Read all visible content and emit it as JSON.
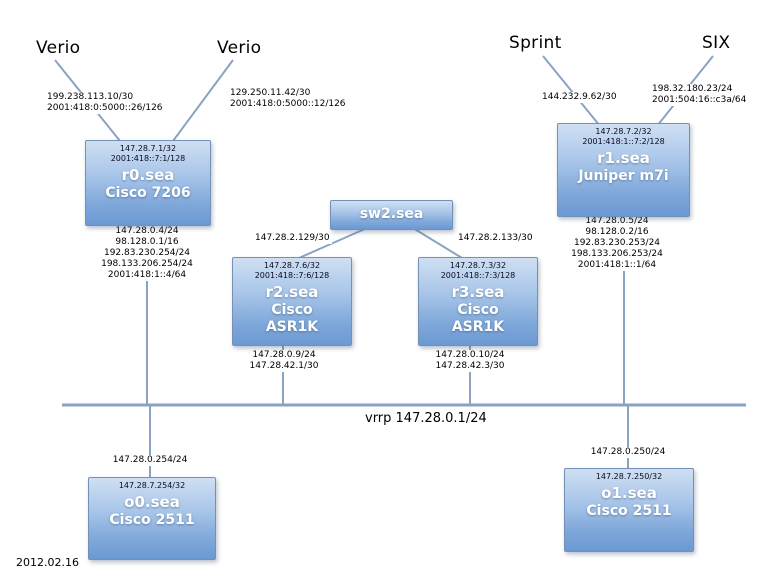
{
  "date": "2012.02.16",
  "bus": {
    "label": "vrrp 147.28.0.1/24"
  },
  "providers": {
    "verio1": {
      "label": "Verio",
      "addresses": [
        "199.238.113.10/30",
        "2001:418:0:5000::26/126"
      ]
    },
    "verio2": {
      "label": "Verio",
      "addresses": [
        "129.250.11.42/30",
        "2001:418:0:5000::12/126"
      ]
    },
    "sprint": {
      "label": "Sprint",
      "addresses": [
        "144.232.9.62/30"
      ]
    },
    "six": {
      "label": "SIX",
      "addresses": [
        "198.32.180.23/24",
        "2001:504:16::c3a/64"
      ]
    }
  },
  "nodes": {
    "r0": {
      "name": "r0.sea",
      "model_lines": [
        "Cisco 7206"
      ],
      "loopbacks": [
        "147.28.7.1/32",
        "2001:418::7:1/128"
      ]
    },
    "r1": {
      "name": "r1.sea",
      "model_lines": [
        "Juniper m7i"
      ],
      "loopbacks": [
        "147.28.7.2/32",
        "2001:418:1::7:2/128"
      ]
    },
    "sw2": {
      "name": "sw2.sea"
    },
    "r2": {
      "name": "r2.sea",
      "model_lines": [
        "Cisco",
        "ASR1K"
      ],
      "loopbacks": [
        "147.28.7.6/32",
        "2001:418::7:6/128"
      ]
    },
    "r3": {
      "name": "r3.sea",
      "model_lines": [
        "Cisco",
        "ASR1K"
      ],
      "loopbacks": [
        "147.28.7.3/32",
        "2001:418::7:3/128"
      ]
    },
    "o0": {
      "name": "o0.sea",
      "model_lines": [
        "Cisco 2511"
      ],
      "loopbacks": [
        "147.28.7.254/32"
      ]
    },
    "o1": {
      "name": "o1.sea",
      "model_lines": [
        "Cisco 2511"
      ],
      "loopbacks": [
        "147.28.7.250/32"
      ]
    }
  },
  "annotations": {
    "r0_addresses": [
      "147.28.0.4/24",
      "98.128.0.1/16",
      "192.83.230.254/24",
      "198.133.206.254/24",
      "2001:418:1::4/64"
    ],
    "r1_addresses": [
      "147.28.0.5/24",
      "98.128.0.2/16",
      "192.83.230.253/24",
      "198.133.206.253/24",
      "2001:418:1::1/64"
    ],
    "sw2_r2_link": "147.28.2.129/30",
    "sw2_r3_link": "147.28.2.133/30",
    "r2_addresses": [
      "147.28.0.9/24",
      "147.28.42.1/30"
    ],
    "r3_addresses": [
      "147.28.0.10/24",
      "147.28.42.3/30"
    ],
    "o0_uplink": "147.28.0.254/24",
    "o1_uplink": "147.28.0.250/24"
  },
  "colors": {
    "background": "#ffffff",
    "node_fill_top": "#cfdff3",
    "node_fill_bottom": "#6b99d2",
    "node_border": "#7590b5",
    "node_name_text": "#ffffff",
    "loopback_text": "#0a0a1e",
    "wire": "#8aa3c3",
    "text": "#000000"
  }
}
